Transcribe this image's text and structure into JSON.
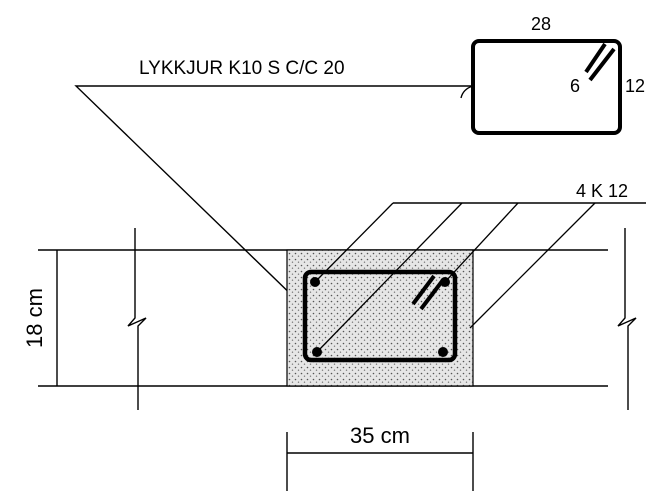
{
  "stirrup_label": "LYKKJUR K10 S C/C 20",
  "stirrup_detail": {
    "width": "28",
    "height": "12",
    "hook": "6"
  },
  "main_bars_label": "4 K 12",
  "section_height_label": "18 cm",
  "section_width_label": "35 cm",
  "colors": {
    "ink": "#000000",
    "concrete_fill": "#dcdcdc",
    "background": "#ffffff"
  }
}
